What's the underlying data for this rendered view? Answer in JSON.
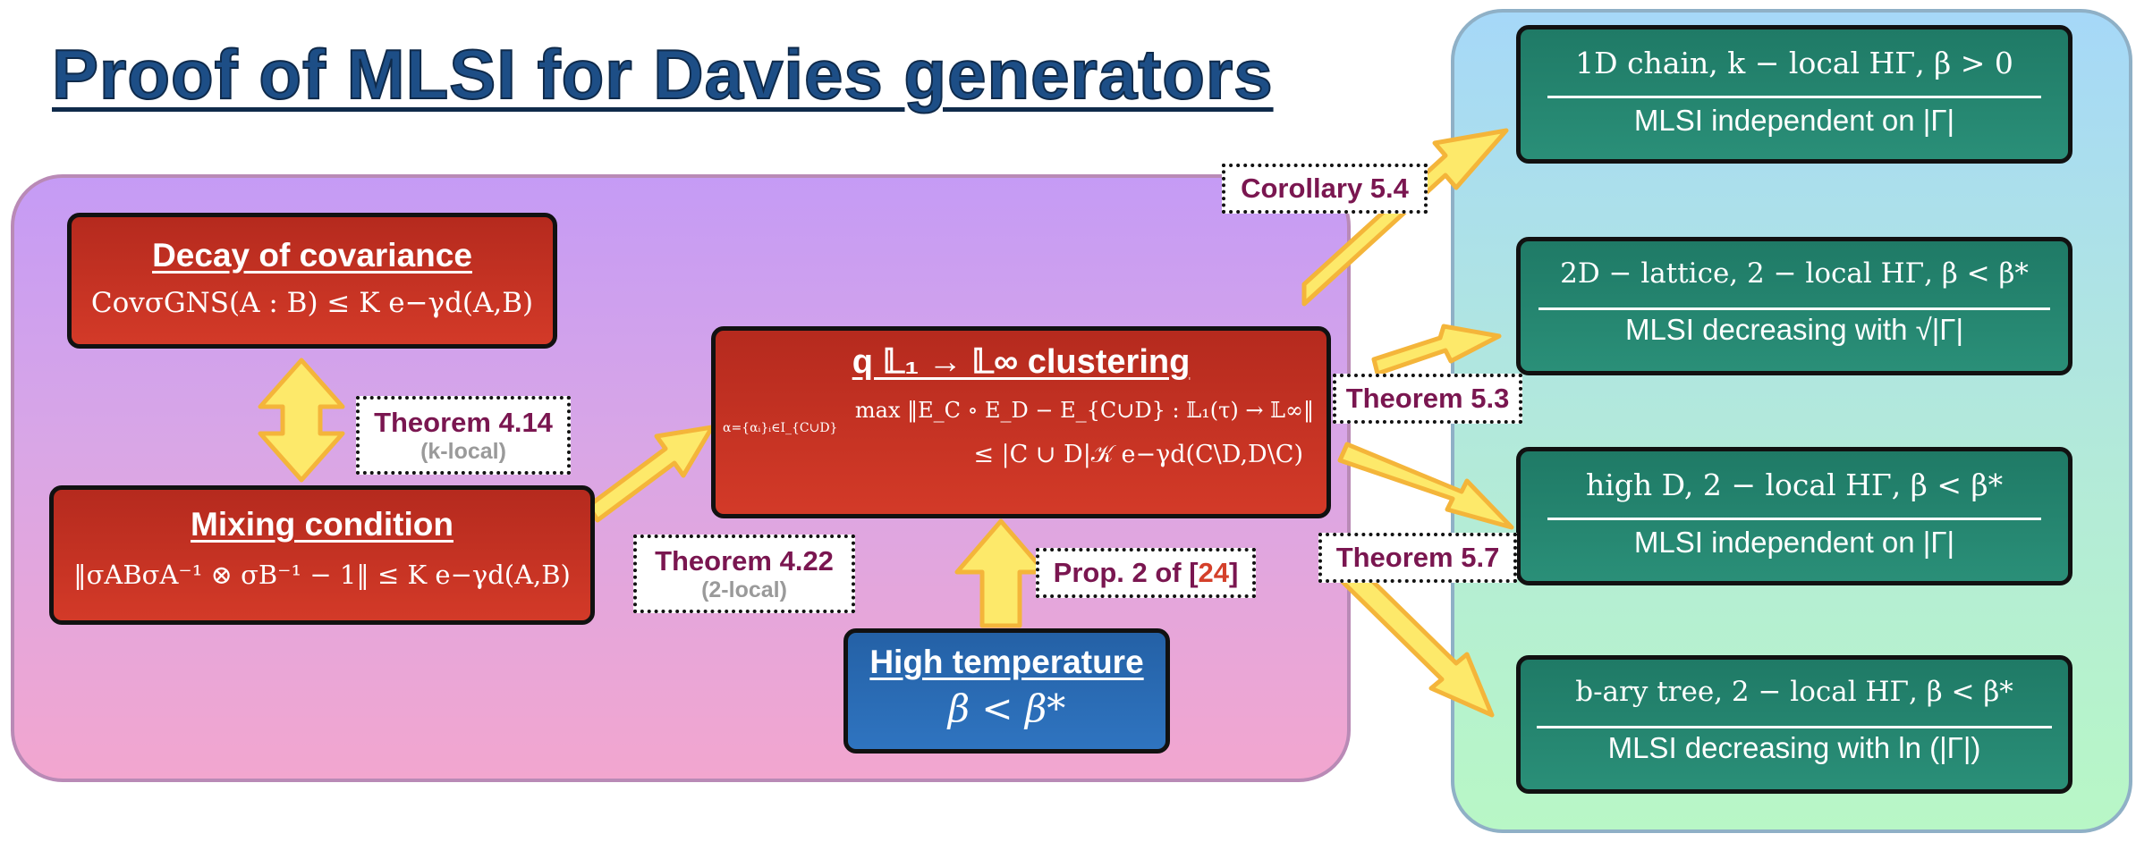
{
  "title": "Proof of MLSI for Davies generators",
  "boxes": {
    "decay": {
      "heading": "Decay of covariance",
      "formula": "CovσGNS(A : B) ≤ K e−γd(A,B)"
    },
    "mixing": {
      "heading": "Mixing condition",
      "formula": "‖σABσA⁻¹ ⊗ σB⁻¹ − 1‖ ≤ K e−γd(A,B)"
    },
    "clustering": {
      "heading": "q 𝕃₁ → 𝕃∞  clustering",
      "formula_line1": "max ‖E_C ∘ E_D − E_{C∪D} : 𝕃₁(τ) → 𝕃∞‖",
      "formula_sub": "α={αᵢ}ᵢ∈I_{C∪D}",
      "formula_line2": "≤ |C ∪ D|𝒦 e−γd(C\\D,D\\C)"
    },
    "high_temp": {
      "heading": "High temperature",
      "formula": "β < β*"
    }
  },
  "results": [
    {
      "top": "1D chain, k − local HΓ, β > 0",
      "bottom": "MLSI independent on |Γ|"
    },
    {
      "top": "2D − lattice, 2 − local HΓ, β < β*",
      "bottom": "MLSI decreasing with √|Γ|"
    },
    {
      "top": "high D, 2 − local HΓ, β < β*",
      "bottom": "MLSI independent on |Γ|"
    },
    {
      "top": "b-ary tree, 2 − local HΓ, β < β*",
      "bottom": "MLSI decreasing with ln (|Γ|)"
    }
  ],
  "labels": {
    "thm414": {
      "text": "Theorem 4.14",
      "sub": "(k-local)"
    },
    "thm422": {
      "text": "Theorem 4.22",
      "sub": "(2-local)"
    },
    "prop2": {
      "text": "Prop. 2 of [",
      "ref": "24",
      "close": "]"
    },
    "cor54": {
      "text": "Corollary 5.4"
    },
    "thm53": {
      "text": "Theorem 5.3"
    },
    "thm57": {
      "text": "Theorem 5.7"
    }
  },
  "colors": {
    "title": "#1d4e86",
    "arrow_fill": "#fde96a",
    "arrow_stroke": "#f4b53a",
    "label_text": "#7a1650",
    "ref_text": "#d4402a"
  }
}
